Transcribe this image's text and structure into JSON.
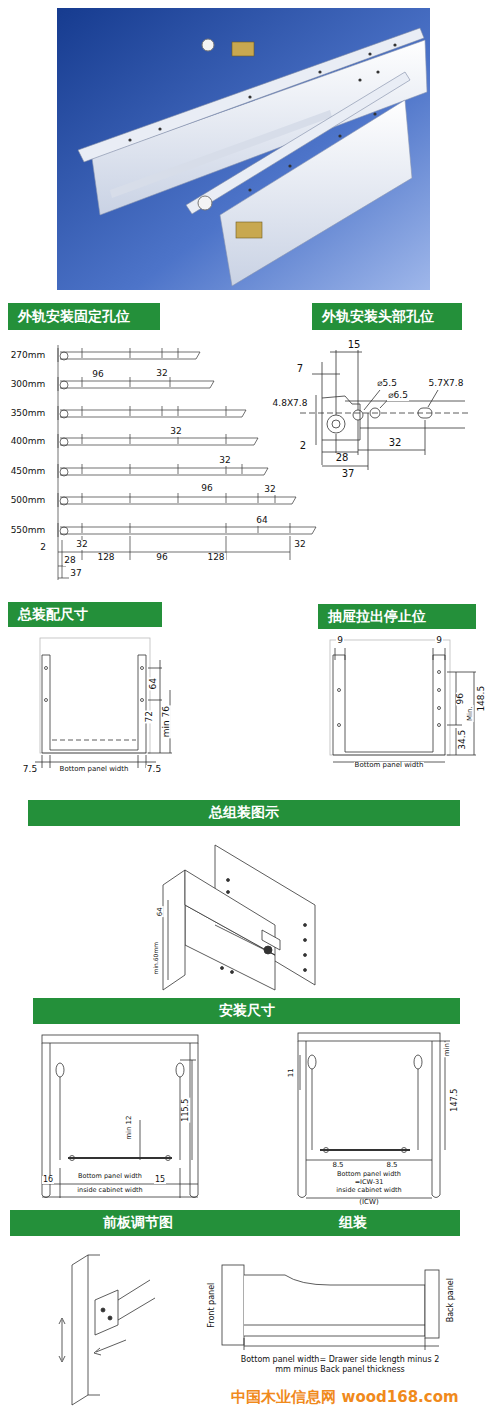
{
  "diagram": {
    "nodes": [
      {
        "text": [
          "外轨安装固定孔位"
        ]
      },
      {
        "text": [
          "外轨安装头部孔位"
        ]
      },
      {
        "text": [
          "总装配尺寸"
        ]
      },
      {
        "text": [
          "抽屉拉出停止位"
        ]
      },
      {
        "text": [
          "总组装图示"
        ]
      },
      {
        "text": [
          "安装尺寸"
        ]
      },
      {
        "text": [
          "前板调节图",
          "组装"
        ]
      }
    ],
    "labels": [
      "270mm",
      "300mm",
      "350mm",
      "400mm",
      "450mm",
      "500mm",
      "550mm",
      "96",
      "32",
      "32",
      "32",
      "96",
      "32",
      "64",
      "2",
      "32",
      "128",
      "96",
      "128",
      "32",
      "28",
      "37",
      "15",
      "7",
      "4.8X7.8",
      "⌀5.5",
      "⌀6.5",
      "5.7X7.8",
      "2",
      "28",
      "32",
      "37",
      "64",
      "72",
      "min 76",
      "7.5",
      "Bottom panel width",
      "7.5",
      "9",
      "9",
      "96",
      "Min.",
      "148.5",
      "34.5",
      "Bottom panel width",
      "min.60mm",
      "64",
      "min 12",
      "115.5",
      "16",
      "Bottom panel width",
      "15",
      "inside cabinet width",
      "min",
      "11",
      "147.5",
      "8.5",
      "8.5",
      "Bottom panel width",
      "=ICW-31",
      "inside cabinet width",
      "(ICW)",
      "Front panel",
      "Back panel",
      "Bottom panel width= Drawer side length minus 2 mm minus Back panel thickness",
      "中国木业信息网 wood168.com"
    ]
  }
}
